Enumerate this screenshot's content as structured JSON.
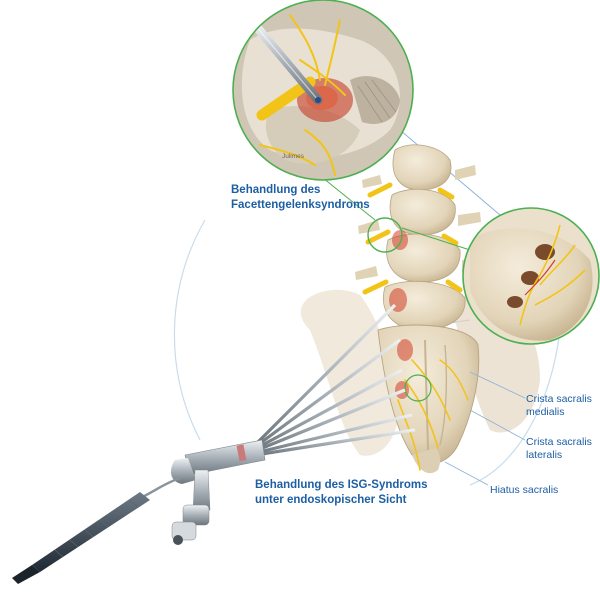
{
  "labels": {
    "facet_title_line1": "Behandlung des",
    "facet_title_line2": "Facettengelenksyndroms",
    "isg_title_line1": "Behandlung des ISG-Syndroms",
    "isg_title_line2": "unter endoskopischer Sicht",
    "crista_medialis_line1": "Crista sacralis",
    "crista_medialis_line2": "medialis",
    "crista_lateralis_line1": "Crista sacralis",
    "crista_lateralis_line2": "lateralis",
    "hiatus": "Hiatus sacralis",
    "inset_caption": "Julimes"
  },
  "colors": {
    "label_blue": "#1d5fa3",
    "inset_border_green": "#4caf50",
    "callout_blue": "#8fb3d6",
    "bone": "#e7dcc6",
    "bone_shadow": "#c9b99a",
    "nerve_yellow": "#f2c418",
    "inflammation_red": "#d2402a",
    "instrument_steel": "#b8bfc6"
  }
}
